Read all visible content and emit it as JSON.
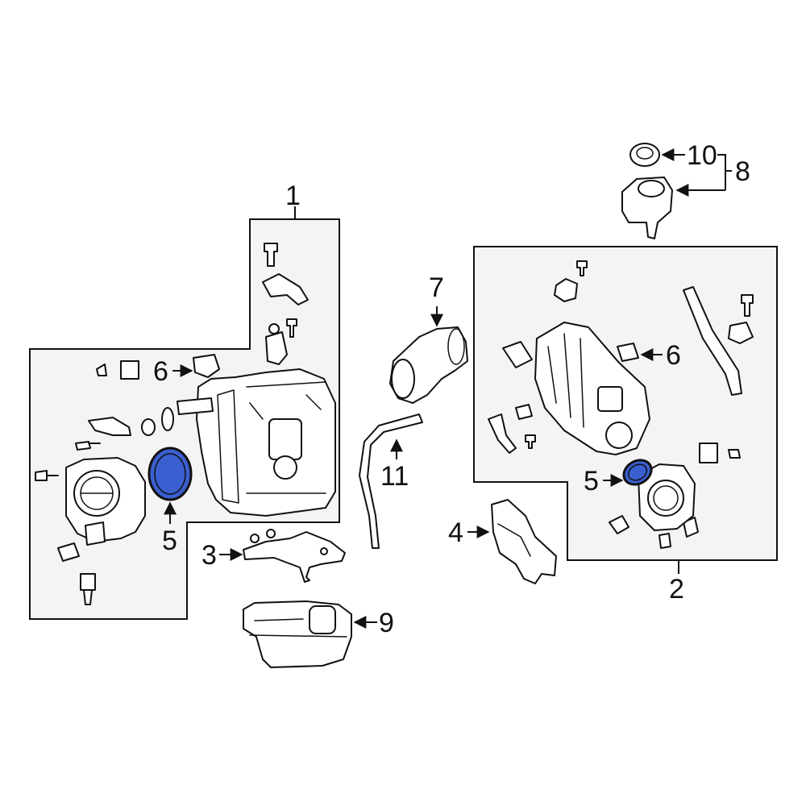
{
  "callouts": {
    "c1": "1",
    "c2": "2",
    "c3": "3",
    "c4": "4",
    "c5_left": "5",
    "c5_right": "5",
    "c6_left": "6",
    "c6_right": "6",
    "c7": "7",
    "c8": "8",
    "c9": "9",
    "c10": "10",
    "c11": "11"
  },
  "colors": {
    "highlight": "#3a5fd0",
    "background": "#ffffff",
    "box_fill": "#f4f4f4",
    "line": "#111111"
  },
  "highlighted_part": "5"
}
